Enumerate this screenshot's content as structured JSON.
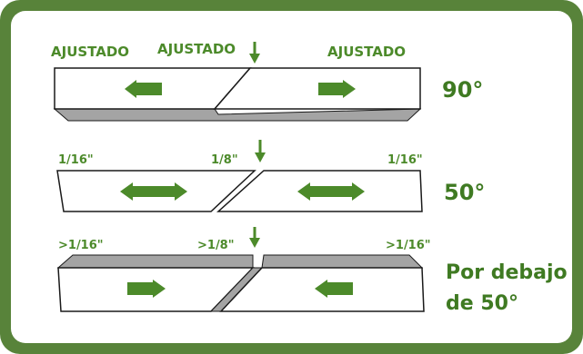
{
  "colors": {
    "frame_outer": "#58833a",
    "frame_inner": "#ffffff",
    "accent_green": "#4c8a2a",
    "angle_text": "#3f7a22",
    "block_fill": "#ffffff",
    "block_stroke": "#1a1a1a",
    "shadow_gray": "#a4a4a4"
  },
  "row1": {
    "label_left": "AJUSTADO",
    "label_center": "AJUSTADO",
    "label_right": "AJUSTADO",
    "angle": "90°",
    "arrow_left": "arrow-left-icon",
    "arrow_right": "arrow-right-icon",
    "marker": "arrow-down-icon"
  },
  "row2": {
    "label_left": "1/16\"",
    "label_center": "1/8\"",
    "label_right": "1/16\"",
    "angle": "50°",
    "arrow_left": "arrow-double-icon",
    "arrow_right": "arrow-double-icon",
    "marker": "arrow-down-icon"
  },
  "row3": {
    "label_left": ">1/16\"",
    "label_center": ">1/8\"",
    "label_right": ">1/16\"",
    "angle_line1": "Por debajo",
    "angle_line2": "de 50°",
    "arrow_left": "arrow-right-icon",
    "arrow_right": "arrow-left-icon",
    "marker": "arrow-down-icon"
  }
}
